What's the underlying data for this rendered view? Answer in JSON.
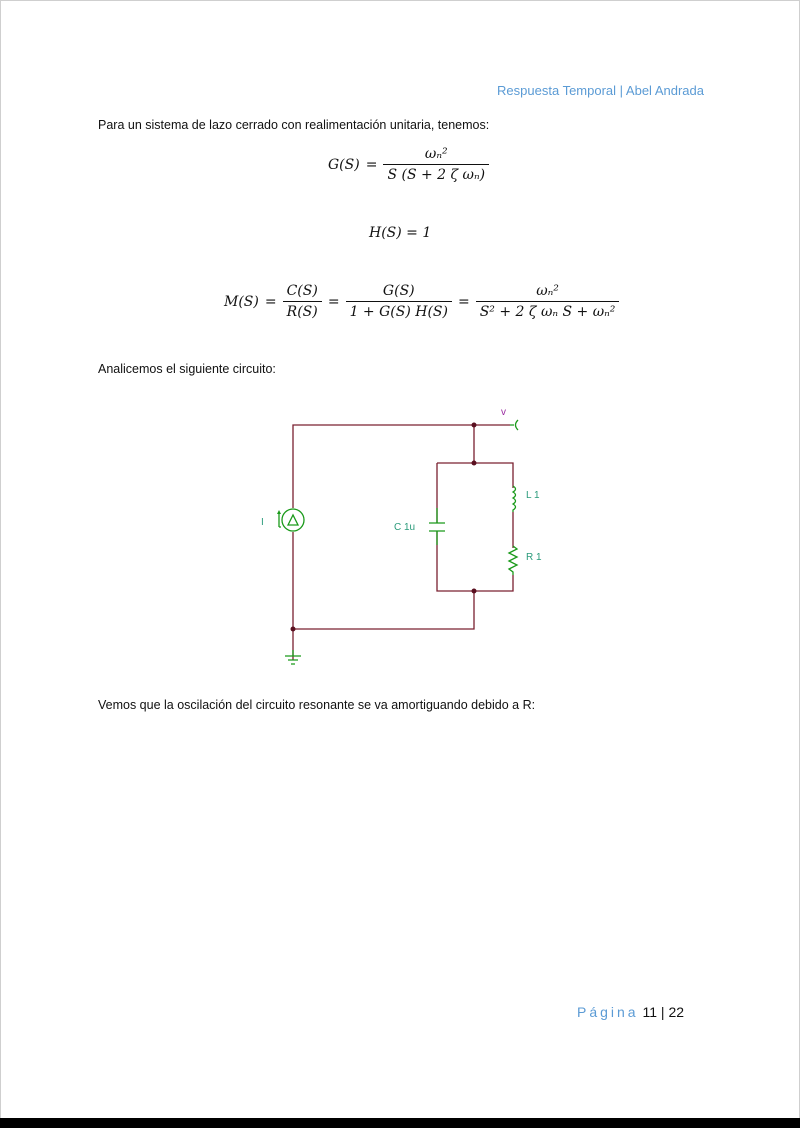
{
  "header": {
    "text": "Respuesta Temporal | Abel Andrada"
  },
  "paragraphs": [
    "Para un sistema de lazo cerrado con realimentación unitaria, tenemos:",
    "Analicemos el siguiente circuito:",
    "Vemos que la oscilación del circuito resonante se va amortiguando debido a R:"
  ],
  "equations": {
    "g": {
      "lhs": "G(S)",
      "eq": "=",
      "num": "ωₙ²",
      "den": "S (S + 2 ζ ωₙ)"
    },
    "h": {
      "text": "H(S) =  1"
    },
    "m": {
      "lhs": "M(S)",
      "eq": "=",
      "f1num": "C(S)",
      "f1den": "R(S)",
      "f2num": "G(S)",
      "f2den": "1 + G(S) H(S)",
      "f3num": "ωₙ²",
      "f3den": "S² + 2 ζ ωₙ S +  ωₙ²"
    }
  },
  "circuit": {
    "labels": {
      "v": "v",
      "i": "I",
      "c": "C 1u",
      "l": "L 1",
      "r": "R 1"
    },
    "colors": {
      "wire": "#7a2030",
      "component": "#1a9a1a",
      "label": "#2a9a7a",
      "node_label": "#9a2aa0"
    }
  },
  "footer": {
    "page_word": "Página",
    "page": "11",
    "sep": "|",
    "total": "22"
  }
}
